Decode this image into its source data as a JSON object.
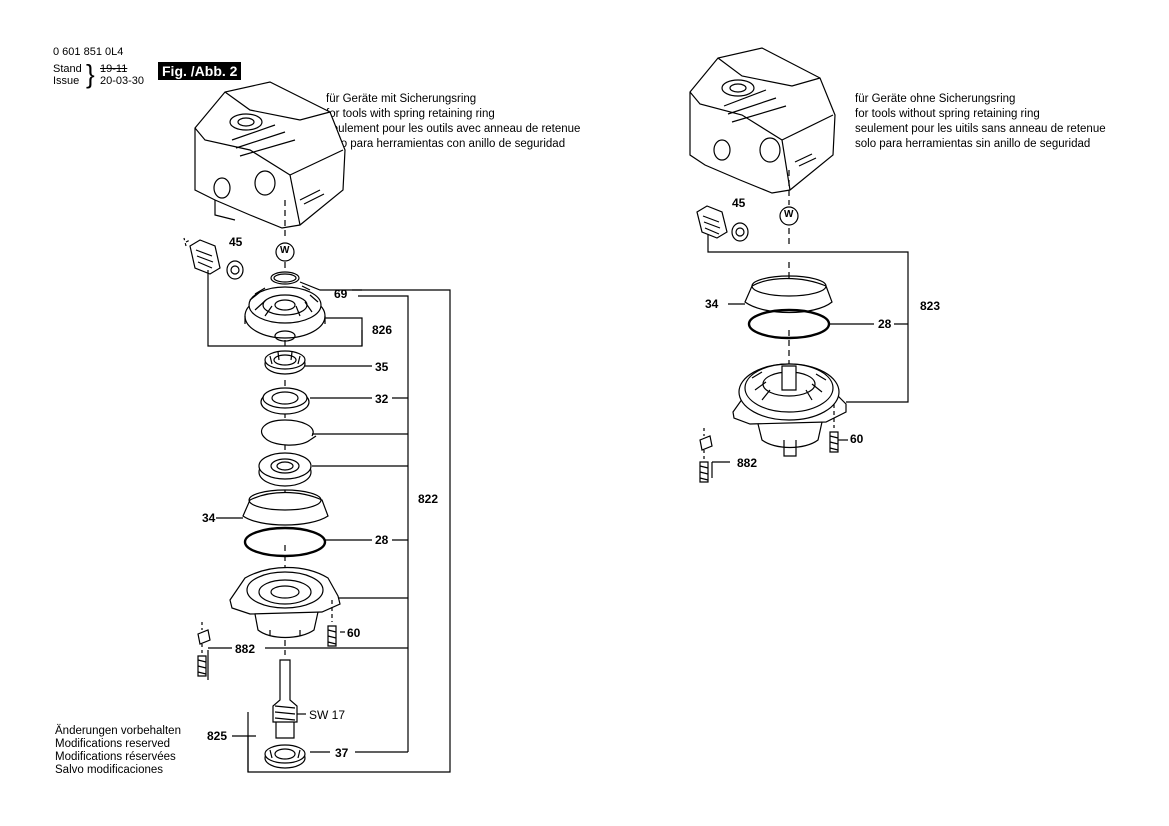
{
  "header": {
    "part_number": "0 601 851 0L4",
    "stand_label": "Stand",
    "issue_label": "Issue",
    "stand_old": "19-11",
    "issue_date": "20-03-30",
    "figure": "Fig. /Abb. 2"
  },
  "left_note": [
    "für Geräte mit Sicherungsring",
    "for tools with spring retaining ring",
    "seulement pour les outils avec anneau de retenue",
    "solo para herramientas con anillo de seguridad"
  ],
  "right_note": [
    "für Geräte ohne Sicherungsring",
    "for tools without spring retaining ring",
    "seulement pour les uitils sans anneau de retenue",
    "solo para herramientas sin anillo de seguridad"
  ],
  "modifications": [
    "Änderungen vorbehalten",
    "Modifications reserved",
    "Modifications réservées",
    "Salvo modificaciones"
  ],
  "left_labels": {
    "p45": "45",
    "w": "W",
    "p69": "69",
    "p826": "826",
    "p35": "35",
    "p32": "32",
    "p822": "822",
    "p34": "34",
    "p28": "28",
    "p60": "60",
    "p882": "882",
    "sw": "SW 17",
    "p825": "825",
    "p37": "37"
  },
  "right_labels": {
    "p45": "45",
    "w": "W",
    "p34": "34",
    "p823": "823",
    "p28": "28",
    "p60": "60",
    "p882": "882"
  }
}
